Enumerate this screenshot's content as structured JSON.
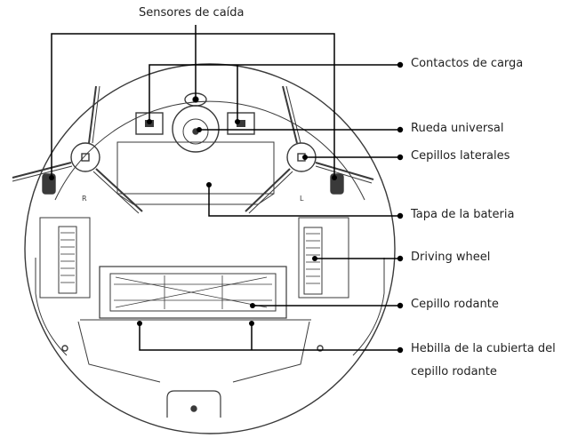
{
  "labels": {
    "cliff_sensors": "Sensores de caída",
    "charging_contacts": "Contactos de carga",
    "universal_wheel": "Rueda universal",
    "side_brushes": "Cepillos laterales",
    "battery_cover": "Tapa de la bateria",
    "driving_wheel": "Driving wheel",
    "roller_brush": "Cepillo rodante",
    "roller_buckle_line1": "Hebilla de la cubierta del",
    "roller_buckle_line2": "cepillo rodante"
  },
  "marks": {
    "side_brush_right": "R",
    "side_brush_left": "L"
  }
}
